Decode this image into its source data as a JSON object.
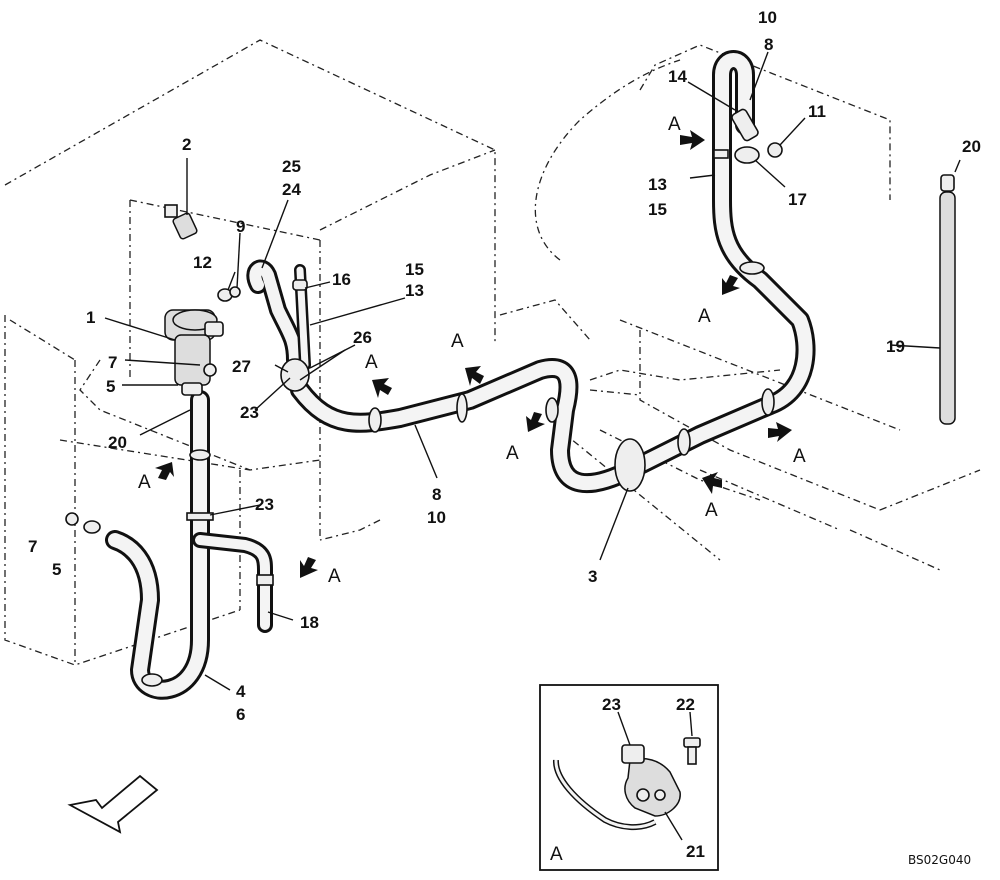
{
  "diagram": {
    "drawing_code": "BS02G040",
    "detail_view_letter": "A",
    "ref_letter": "A",
    "callouts": {
      "c1": "1",
      "c2": "2",
      "c3": "3",
      "c4": "4",
      "c5a": "5",
      "c5b": "5",
      "c6": "6",
      "c7a": "7",
      "c7b": "7",
      "c8a": "8",
      "c8b": "8",
      "c9": "9",
      "c10a": "10",
      "c10b": "10",
      "c11": "11",
      "c12": "12",
      "c13a": "13",
      "c13b": "13",
      "c14": "14",
      "c15a": "15",
      "c15b": "15",
      "c16": "16",
      "c17": "17",
      "c18": "18",
      "c19": "19",
      "c20a": "20",
      "c20b": "20",
      "c21": "21",
      "c22": "22",
      "c23a": "23",
      "c23b": "23",
      "c23c": "23",
      "c24": "24",
      "c25": "25",
      "c26": "26",
      "c27": "27"
    },
    "arrow_icon": "direction-arrow-icon",
    "view_arrow_icon": "view-a-arrow-icon"
  }
}
